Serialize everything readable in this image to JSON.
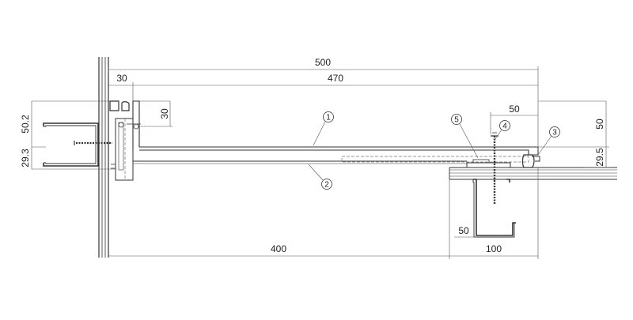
{
  "dimensions": {
    "top_overall": "500",
    "top_offset": "30",
    "top_span": "470",
    "vertical_30": "30",
    "right_50": "50",
    "left_height": "50.2",
    "left_lower": "29.3",
    "right_height": "50",
    "right_lower": "29.5",
    "bottom_span": "400",
    "bottom_right": "100",
    "bottom_50": "50"
  },
  "callouts": {
    "c1": "1",
    "c2": "2",
    "c3": "3",
    "c4": "4",
    "c5": "5"
  }
}
